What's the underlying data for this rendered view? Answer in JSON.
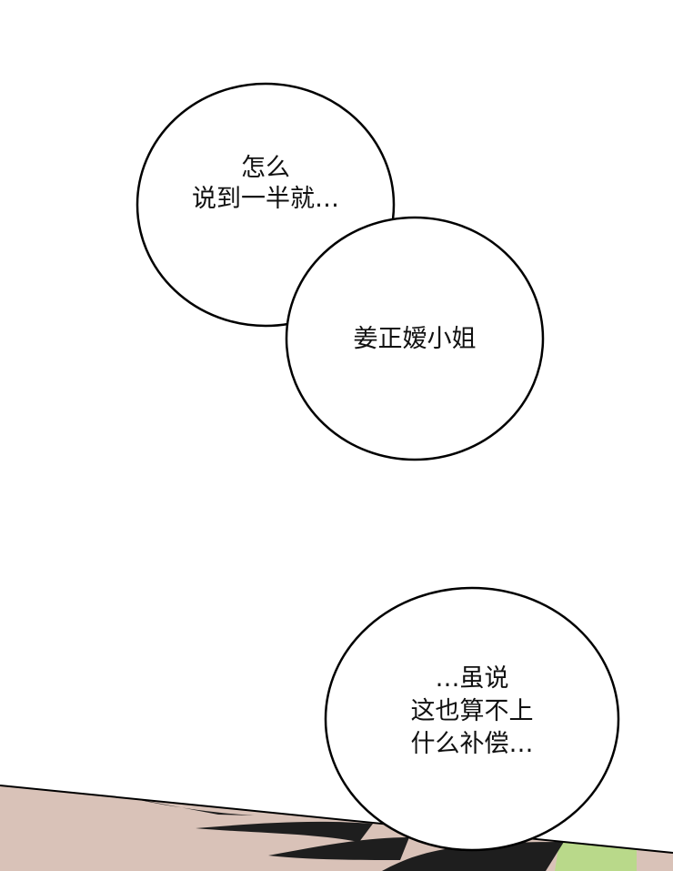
{
  "bubbles": [
    {
      "lines": [
        "怎么",
        "说到一半就…"
      ]
    },
    {
      "lines": [
        "姜正嫒小姐"
      ]
    },
    {
      "lines": [
        "…虽说",
        "这也算不上",
        "什么补偿…"
      ]
    }
  ],
  "colors": {
    "skin": "#d9c2b8",
    "hair": "#1e1e1e",
    "accent": "#b9d98a",
    "outline": "#000000"
  }
}
